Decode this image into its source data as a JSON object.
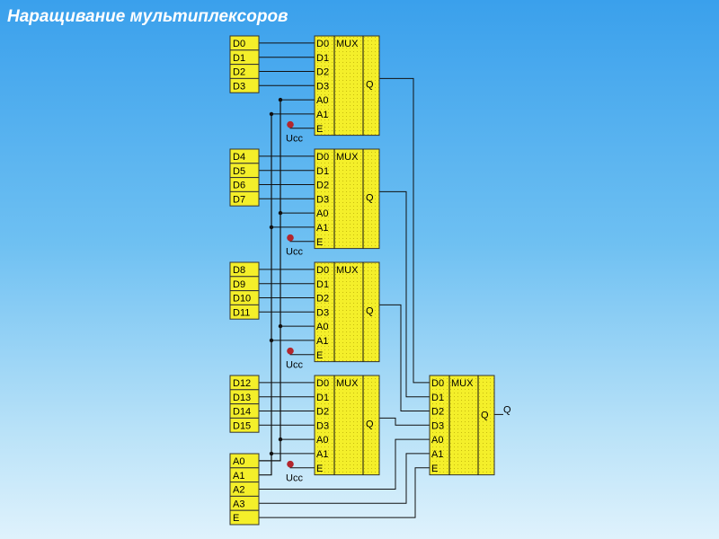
{
  "title": "Наращивание мультиплексоров",
  "mux": {
    "title": "MUX",
    "inputs": [
      "D0",
      "D1",
      "D2",
      "D3",
      "A0",
      "A1",
      "E"
    ],
    "output": "Q"
  },
  "groups": [
    {
      "inputs": [
        "D0",
        "D1",
        "D2",
        "D3"
      ]
    },
    {
      "inputs": [
        "D4",
        "D5",
        "D6",
        "D7"
      ]
    },
    {
      "inputs": [
        "D8",
        "D9",
        "D10",
        "D11"
      ]
    },
    {
      "inputs": [
        "D12",
        "D13",
        "D14",
        "D15"
      ]
    }
  ],
  "power_label": "Ucc",
  "address_inputs": [
    "A0",
    "A1",
    "A2",
    "A3",
    "E"
  ],
  "final_output": "Q",
  "colors": {
    "box_fill": "#f4ef2a",
    "wire": "#111111",
    "dot": "#b3262e",
    "title": "#ffffff"
  }
}
